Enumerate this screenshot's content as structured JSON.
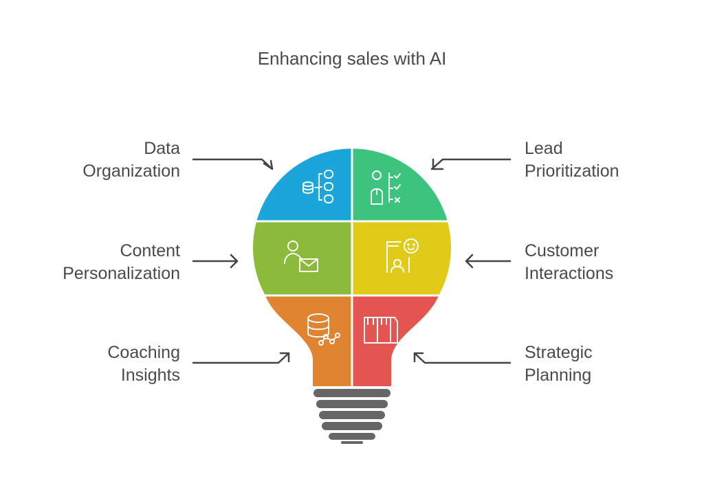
{
  "title": "Enhancing sales with AI",
  "items": [
    {
      "line1": "Data",
      "line2": "Organization",
      "color": "#1ba5db",
      "icon": "database-hierarchy-icon"
    },
    {
      "line1": "Lead",
      "line2": "Prioritization",
      "color": "#3cc47f",
      "icon": "person-checklist-icon"
    },
    {
      "line1": "Content",
      "line2": "Personalization",
      "color": "#8cba3a",
      "icon": "person-mail-icon"
    },
    {
      "line1": "Customer",
      "line2": "Interactions",
      "color": "#e0cb19",
      "icon": "phone-chat-smile-icon"
    },
    {
      "line1": "Coaching",
      "line2": "Insights",
      "color": "#e08431",
      "icon": "database-analytics-icon"
    },
    {
      "line1": "Strategic",
      "line2": "Planning",
      "color": "#e45450",
      "icon": "kanban-board-icon"
    }
  ],
  "base_color": "#666666"
}
